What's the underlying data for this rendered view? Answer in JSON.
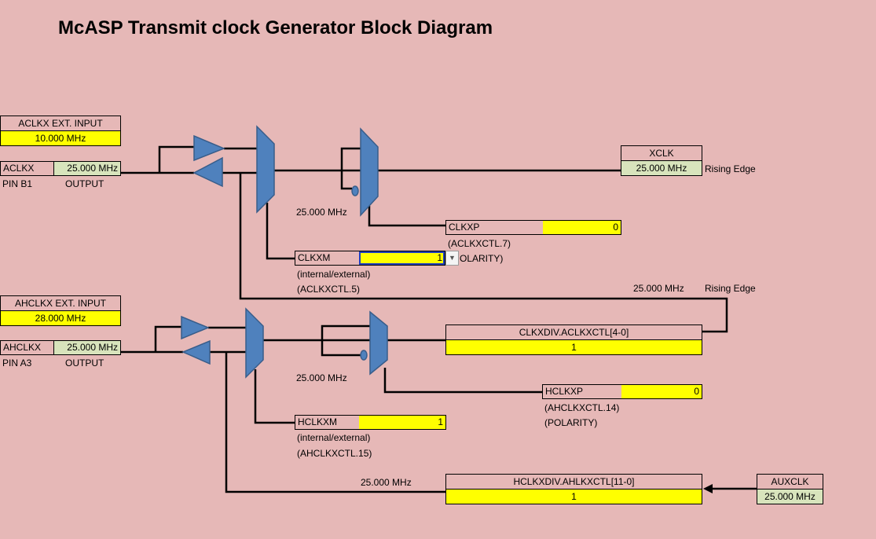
{
  "title": "McASP Transmit clock Generator Block Diagram",
  "colors": {
    "background": "#e6b8b7",
    "input_cell": "#ffff00",
    "output_cell": "#d8e4bc",
    "block_fill": "#4f81bd"
  },
  "aclkx_ext_input": {
    "label": "ACLKX EXT. INPUT",
    "value": "10.000 MHz"
  },
  "aclkx": {
    "label": "ACLKX",
    "value": "25.000 MHz",
    "pin": "PIN B1",
    "direction": "OUTPUT"
  },
  "mux1_freq": "25.000 MHz",
  "xclk": {
    "label": "XCLK",
    "value": "25.000 MHz",
    "edge": "Rising Edge"
  },
  "clkxp": {
    "label": "CLKXP",
    "value": "0",
    "reg": "(ACLKXCTL.7)",
    "note": "OLARITY)"
  },
  "clkxm": {
    "label": "CLKXM",
    "value": "1",
    "note": "(internal/external)",
    "reg": "(ACLKXCTL.5)",
    "dropdown_icon": "chevron-down-icon"
  },
  "feedback": {
    "freq": "25.000 MHz",
    "edge": "Rising Edge"
  },
  "ahclkx_ext_input": {
    "label": "AHCLKX EXT. INPUT",
    "value": "28.000 MHz"
  },
  "ahclkx": {
    "label": "AHCLKX",
    "value": "25.000 MHz",
    "pin": "PIN A3",
    "direction": "OUTPUT"
  },
  "mux3_freq": "25.000 MHz",
  "clkxdiv": {
    "label": "CLKXDIV.ACLKXCTL[4-0]",
    "value": "1"
  },
  "hclkxp": {
    "label": "HCLKXP",
    "value": "0",
    "reg": "(AHCLKXCTL.14)",
    "note": "(POLARITY)"
  },
  "hclkxm": {
    "label": "HCLKXM",
    "value": "1",
    "note": "(internal/external)",
    "reg": "(AHCLKXCTL.15)"
  },
  "hclkxdiv": {
    "label": "HCLKXDIV.AHLKXCTL[11-0]",
    "value": "1",
    "freq": "25.000 MHz"
  },
  "auxclk": {
    "label": "AUXCLK",
    "value": "25.000 MHz"
  }
}
